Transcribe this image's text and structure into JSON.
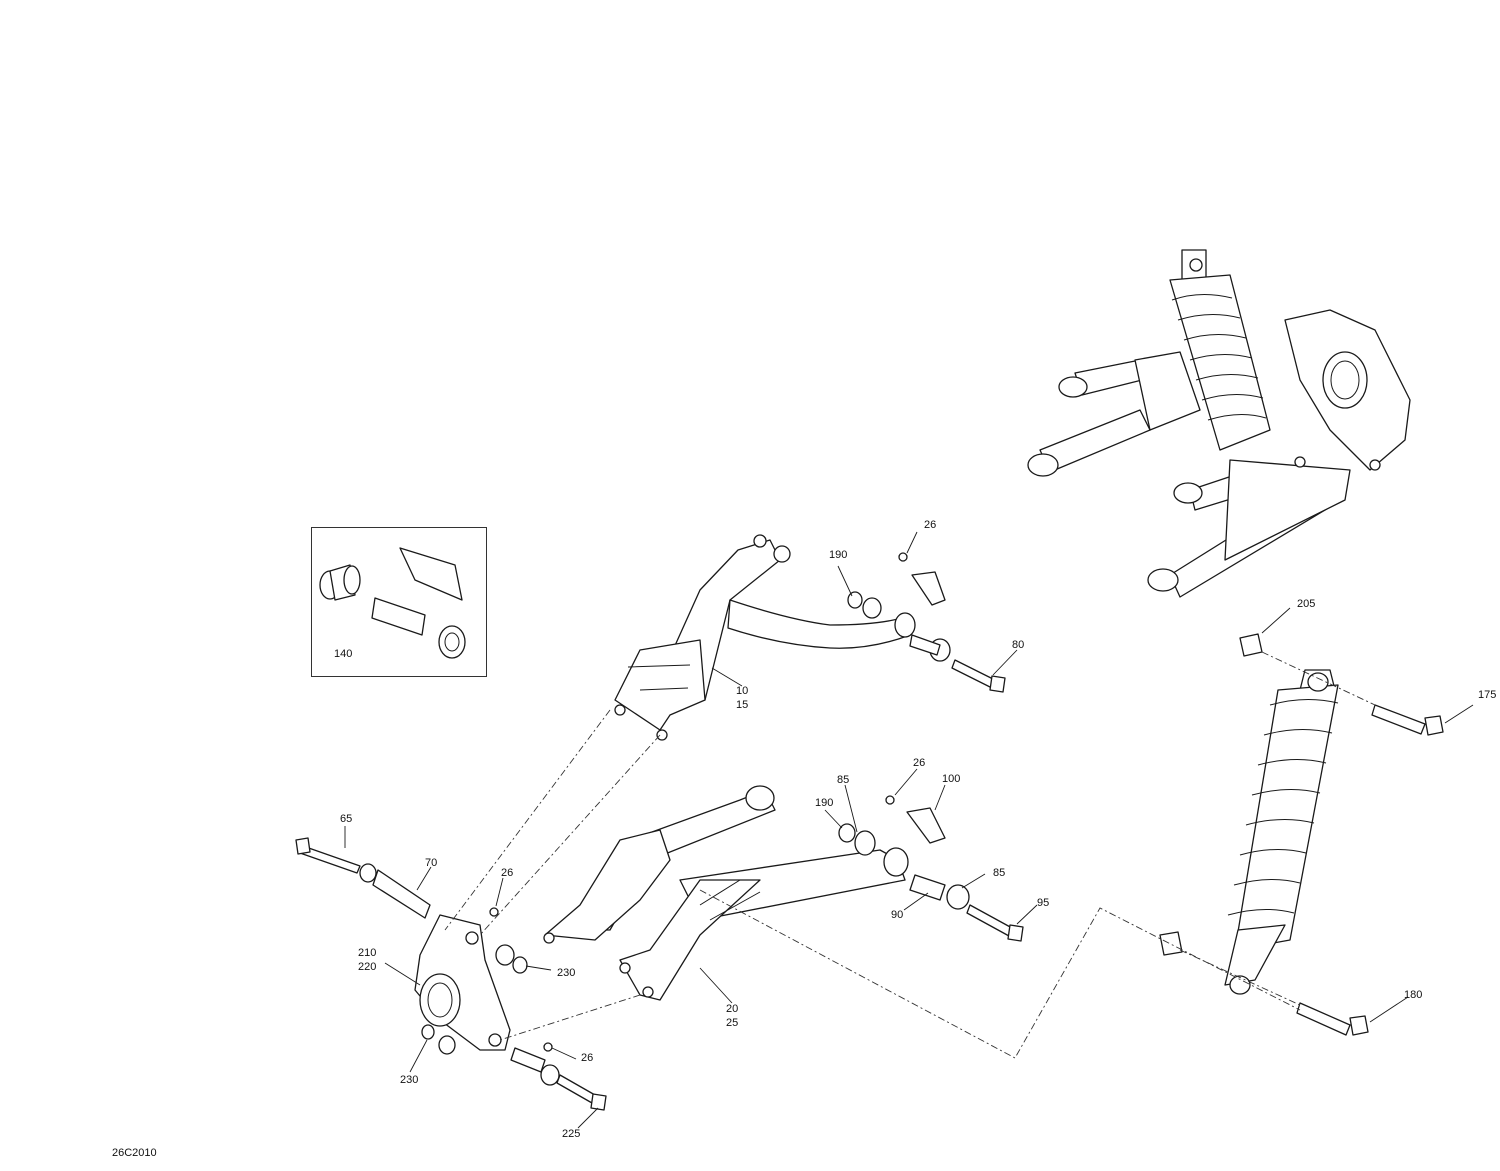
{
  "diagram_id": "26C2010",
  "callouts": {
    "c10_15": [
      "10",
      "15"
    ],
    "c20_25": [
      "20",
      "25"
    ],
    "c26_top": "26",
    "c26_mid": "26",
    "c26_left": "26",
    "c26_bottom": "26",
    "c65": "65",
    "c70": "70",
    "c80": "80",
    "c85_top": "85",
    "c85_right": "85",
    "c90": "90",
    "c95": "95",
    "c100": "100",
    "c140": "140",
    "c175": "175",
    "c180": "180",
    "c190_top": "190",
    "c190_mid": "190",
    "c205": "205",
    "c210_220": [
      "210",
      "220"
    ],
    "c225": "225",
    "c230_right": "230",
    "c230_bottom": "230"
  }
}
